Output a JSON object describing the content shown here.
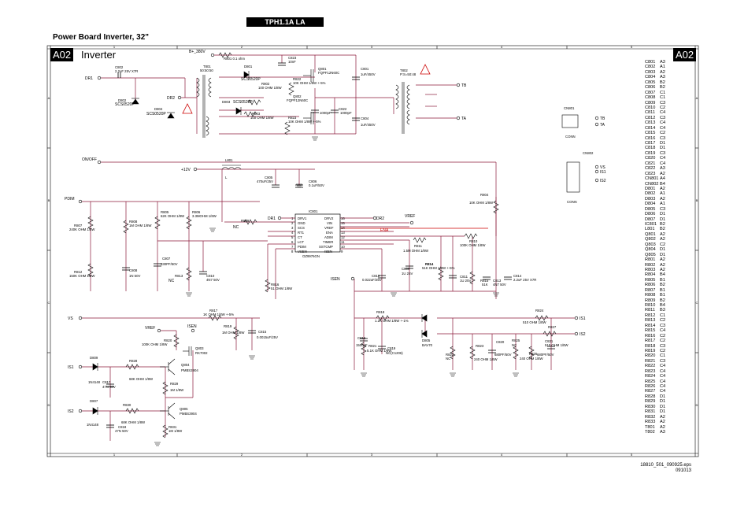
{
  "header": {
    "model": "TPH1.1A LA",
    "title": "Power Board Inverter, 32\""
  },
  "frame": {
    "tag_left": "A02",
    "section_name": "Inverter",
    "tag_right": "A02",
    "col_ticks": [
      "1",
      "2",
      "3",
      "4",
      "5"
    ],
    "row_ticks": [
      "A",
      "B",
      "C",
      "D"
    ]
  },
  "nets": {
    "b_plus": "B+_380V",
    "on_off": "ON/OFF",
    "v12": "+12V",
    "pdim": "PDIM",
    "vs": "VS",
    "vref": "VREF",
    "isen": "ISEN",
    "ena": "ENA",
    "dr1": "DR1",
    "dr2": "DR2",
    "is1": "IS1",
    "is2": "IS2",
    "ta": "TA",
    "tb": "TB",
    "nc": "NC"
  },
  "components": {
    "r801": "R801 0.1 ohm",
    "c823": "C823",
    "c823v": "10nF",
    "q801": "Q801",
    "q801v": "FQPF12N60C",
    "c801": "C801",
    "c801v": "1uF/450V",
    "t802": "T802",
    "t802v": "P:S=50:48",
    "c802": "C802",
    "c802v": "2.2uF 25V X7R",
    "t801": "T801",
    "t801v": "50:50:50",
    "d801": "D801",
    "d801v": "SCS0520P",
    "r802": "R802",
    "r802v": "100 OHM 1/8W",
    "r822": "R822",
    "r822v": "10K OHM 1/8W +-5%",
    "d802": "D802",
    "d802v": "SCS0520P",
    "d804": "D804",
    "d804v": "SCS0520P",
    "d803": "D803",
    "d803v": "SCS0520P",
    "r803": "R803",
    "r803v": "100 OHM 1/8W",
    "q802": "Q802",
    "q802v": "FQPF12N60C",
    "r823": "R823",
    "r823v": "10K OHM 1/8W +-5%",
    "c822": "C822",
    "c822v": "1000pF",
    "c822b": "1000pF",
    "c804": "C804",
    "c804v": "1uF/450V",
    "cn801": "CN801",
    "cn802": "CN802",
    "conn": "CONN",
    "l801": "L801",
    "l": "L",
    "c805": "C805",
    "c805v": "470uF/25V",
    "c806": "C806",
    "c806v": "0.1uF/50V",
    "ic801": "IC801",
    "ic801v": "OZ9976GN",
    "r807": "R807",
    "r807v": "240K OHM 1/8W",
    "r812": "R812",
    "r812v": "150K OHM 1/8W",
    "r808": "R808",
    "r808v": "1M OHM 1/8W",
    "c808": "C808",
    "c808v": "1N 50V",
    "r805": "R805",
    "r805v": "62K OHM 1/8W",
    "c807": "C807",
    "c807v": "330PF/50V",
    "r806": "R806",
    "r806v": "3.3MOHM 1/8W",
    "r813": "R813",
    "c810": "C810",
    "c810v": "4N7 50V",
    "r809": "R809",
    "r804": "R804",
    "r804v": "10K OHM 1/8W",
    "r811": "R811",
    "r811v": "1.5M OHM 1/8W",
    "r810": "R810",
    "r810v": "100K OHM 1/8W",
    "c809": "C809",
    "c809v": "1U 25V",
    "r814": "R814",
    "r814v": "51K OHM 1/8W +-5%",
    "c811": "C811",
    "c811v": "1U 25V",
    "r815": "R815",
    "r815v": "51K",
    "c813": "C813",
    "c813v": "4N7 50V",
    "c814": "C814",
    "c814v": "2.2uF 25V X7R",
    "c812": "C812",
    "c812v": "0.022uF/25V",
    "r816": "R816",
    "r816v": "51 OHM 1/8W",
    "r817": "R817",
    "r817v": "1K OHM 1/8W +-5%",
    "r819": "R819",
    "r819v": "1M OHM 1/8W",
    "c815": "C815",
    "c815v": "0.0015uF/25V",
    "r818": "R818",
    "r818v": "1.2K OHM 1/8W +-1%",
    "c816": "C816",
    "c816v": "1500pF",
    "r821": "R821",
    "r821v": "5.1K OHM 1/8W",
    "c819": "C819",
    "c819v": "NC(C1206)",
    "d805": "D805",
    "d805v": "BAV70",
    "r822b": "R822",
    "r822bv": "NC",
    "r824": "R824",
    "r824v": "510 OHM 1/8W",
    "r827": "R827",
    "c821": "C821",
    "c821v": "510 OHM 1/8W",
    "r823b": "R823",
    "r823bv": "240 OHM 1/8W",
    "c820": "C820",
    "c820v": "680PF/50V",
    "r825": "R825",
    "r825v": "NC",
    "r826": "R826",
    "r826v": "240 OHM 1/8W",
    "c821b": "680PF/50V",
    "r820": "R820",
    "r820v": "100K OHM 1/8W",
    "q803": "Q803",
    "q803v": "RK7002",
    "d809": "D809",
    "d809v": "1N4148",
    "r828": "R828",
    "r828v": "68K OHM 1/8W",
    "c817": "C817",
    "c817v": "47N 50V",
    "q804": "Q804",
    "q804v": "PMBS3904",
    "r829": "R829",
    "r829v": "1M 1/8W",
    "d807": "D807",
    "d807v": "1N4148",
    "r830": "R830",
    "r830v": "68K OHM 1/8W",
    "c818": "C818",
    "c818v": "47N 50V",
    "q805": "Q805",
    "q805v": "PMBS3904",
    "r831": "R831",
    "r831v": "1M 1/8W"
  },
  "ic_pins_left": [
    {
      "num": "1",
      "name": "DRV1"
    },
    {
      "num": "2",
      "name": "GND"
    },
    {
      "num": "3",
      "name": "SCS"
    },
    {
      "num": "4",
      "name": "RT1"
    },
    {
      "num": "5",
      "name": "CT"
    },
    {
      "num": "6",
      "name": "LCT"
    },
    {
      "num": "7",
      "name": "PDIM"
    },
    {
      "num": "8",
      "name": "VSEN"
    }
  ],
  "ic_pins_right": [
    {
      "num": "16",
      "name": "DRV2"
    },
    {
      "num": "15",
      "name": "VIN"
    },
    {
      "num": "14",
      "name": "VREF"
    },
    {
      "num": "13",
      "name": "ENA"
    },
    {
      "num": "12",
      "name": "ADIM"
    },
    {
      "num": "11",
      "name": "TIMER"
    },
    {
      "num": "10",
      "name": "SSTCMP"
    },
    {
      "num": "9",
      "name": "ISEN"
    }
  ],
  "ref_list": [
    [
      "C801",
      "A3"
    ],
    [
      "C802",
      "A1"
    ],
    [
      "C803",
      "A2"
    ],
    [
      "C804",
      "A3"
    ],
    [
      "C805",
      "B2"
    ],
    [
      "C806",
      "B2"
    ],
    [
      "C807",
      "C1"
    ],
    [
      "C808",
      "C1"
    ],
    [
      "C809",
      "C3"
    ],
    [
      "C810",
      "C2"
    ],
    [
      "C811",
      "C4"
    ],
    [
      "C812",
      "C3"
    ],
    [
      "C813",
      "C4"
    ],
    [
      "C814",
      "C4"
    ],
    [
      "C815",
      "C2"
    ],
    [
      "C816",
      "C3"
    ],
    [
      "C817",
      "D1"
    ],
    [
      "C818",
      "D1"
    ],
    [
      "C819",
      "C3"
    ],
    [
      "C820",
      "C4"
    ],
    [
      "C821",
      "C4"
    ],
    [
      "C822",
      "A3"
    ],
    [
      "C823",
      "A2"
    ],
    [
      "CN801",
      "A4"
    ],
    [
      "CN802",
      "B4"
    ],
    [
      "D801",
      "A2"
    ],
    [
      "D802",
      "A1"
    ],
    [
      "D803",
      "A2"
    ],
    [
      "D804",
      "A1"
    ],
    [
      "D805",
      "C3"
    ],
    [
      "D806",
      "D1"
    ],
    [
      "D807",
      "D1"
    ],
    [
      "IC801",
      "B2"
    ],
    [
      "L801",
      "B2"
    ],
    [
      "Q801",
      "A2"
    ],
    [
      "Q802",
      "A2"
    ],
    [
      "Q803",
      "C2"
    ],
    [
      "Q804",
      "D1"
    ],
    [
      "Q805",
      "D1"
    ],
    [
      "R801",
      "A2"
    ],
    [
      "R802",
      "A2"
    ],
    [
      "R803",
      "A2"
    ],
    [
      "R804",
      "B4"
    ],
    [
      "R805",
      "B1"
    ],
    [
      "R806",
      "B2"
    ],
    [
      "R807",
      "B1"
    ],
    [
      "R808",
      "B1"
    ],
    [
      "R809",
      "B2"
    ],
    [
      "R810",
      "B4"
    ],
    [
      "R811",
      "B3"
    ],
    [
      "R812",
      "C1"
    ],
    [
      "R813",
      "C2"
    ],
    [
      "R814",
      "C3"
    ],
    [
      "R815",
      "C4"
    ],
    [
      "R816",
      "C2"
    ],
    [
      "R817",
      "C2"
    ],
    [
      "R818",
      "C3"
    ],
    [
      "R819",
      "C2"
    ],
    [
      "R820",
      "C1"
    ],
    [
      "R821",
      "C3"
    ],
    [
      "R822",
      "C4"
    ],
    [
      "R823",
      "C4"
    ],
    [
      "R824",
      "C4"
    ],
    [
      "R825",
      "C4"
    ],
    [
      "R826",
      "C4"
    ],
    [
      "R827",
      "C4"
    ],
    [
      "R828",
      "D1"
    ],
    [
      "R829",
      "D1"
    ],
    [
      "R830",
      "D1"
    ],
    [
      "R831",
      "D1"
    ],
    [
      "R832",
      "A2"
    ],
    [
      "R833",
      "A2"
    ],
    [
      "T801",
      "A2"
    ],
    [
      "T802",
      "A3"
    ]
  ],
  "footer": {
    "file": "18810_501_090925.eps",
    "code": "091013"
  }
}
